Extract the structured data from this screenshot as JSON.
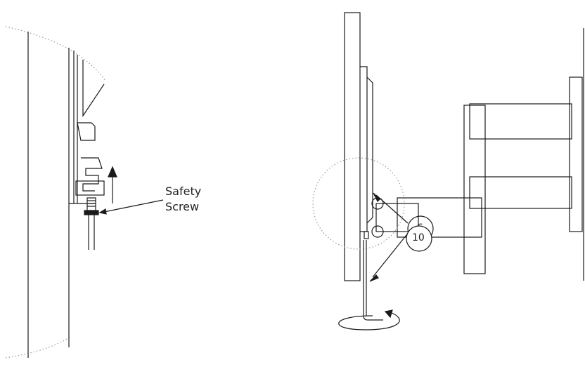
{
  "labels": {
    "safety_screw_line1": "Safety",
    "safety_screw_line2": "Screw",
    "callout_6": "6",
    "callout_10": "10"
  },
  "colors": {
    "line": "#1a1a1a",
    "dotted": "#9a9a9a"
  }
}
